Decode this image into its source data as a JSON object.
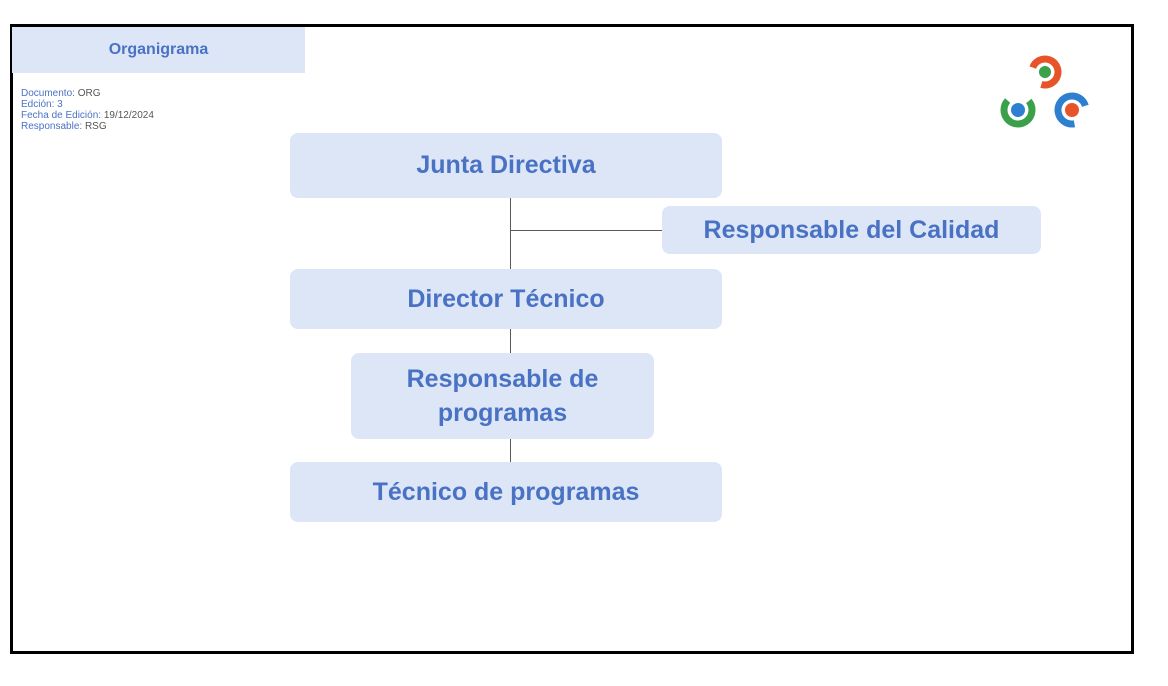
{
  "header": {
    "title": "Organigrama"
  },
  "meta": {
    "documento_label": "Documento:",
    "documento_value": "ORG",
    "edicion_label": "Edción: 3",
    "fecha_label": "Fecha de Edición:",
    "fecha_value": "19/12/2024",
    "responsable_label": "Responsable:",
    "responsable_value": "RSG"
  },
  "chart": {
    "nodes": [
      {
        "id": "junta",
        "label": "Junta Directiva"
      },
      {
        "id": "calidad",
        "label": "Responsable del Calidad"
      },
      {
        "id": "director",
        "label": "Director Técnico"
      },
      {
        "id": "resp_programas",
        "label": "Responsable de programas"
      },
      {
        "id": "tecnico",
        "label": "Técnico de programas"
      }
    ],
    "edges": [
      {
        "from": "junta",
        "to": "director"
      },
      {
        "from": "junta",
        "to": "calidad"
      },
      {
        "from": "director",
        "to": "resp_programas"
      },
      {
        "from": "resp_programas",
        "to": "tecnico"
      }
    ]
  },
  "colors": {
    "node_fill": "#dce6f6",
    "node_text": "#4a72c4",
    "frame": "#000000",
    "connector": "#5a5a5a"
  },
  "logo": {
    "icon": "organization-logo-icon"
  }
}
